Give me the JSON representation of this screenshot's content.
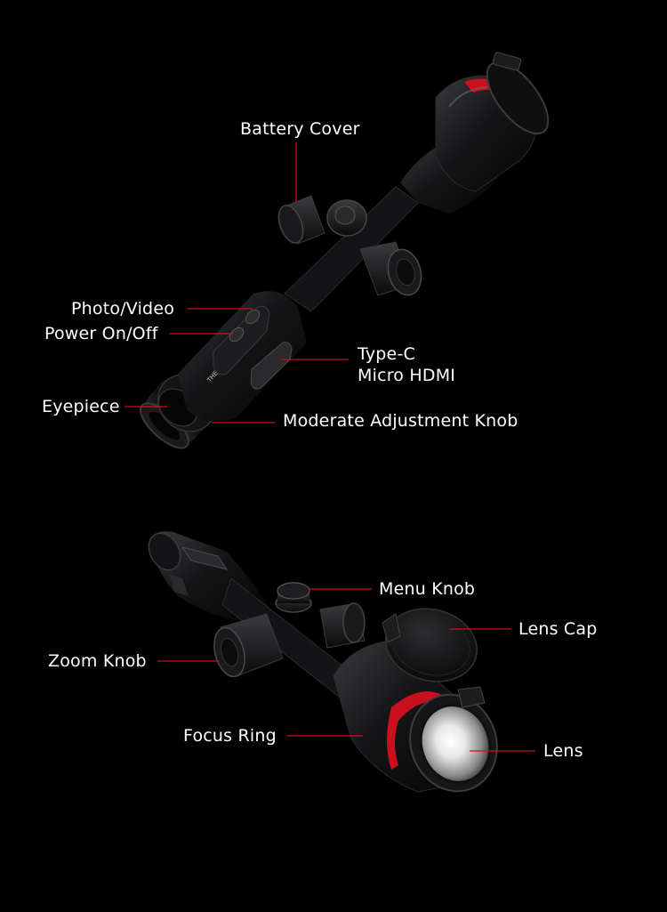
{
  "accent_color": "#c8101e",
  "background_color": "#000000",
  "top_view": {
    "labels": {
      "battery_cover": "Battery Cover",
      "photo_video": "Photo/Video",
      "power": "Power On/Off",
      "type_c": "Type-C",
      "micro_hdmi": "Micro HDMI",
      "eyepiece": "Eyepiece",
      "moderate_knob": "Moderate Adjustment Knob"
    },
    "body_print": "THERMAL RIFLESCOPE"
  },
  "bottom_view": {
    "labels": {
      "menu_knob": "Menu Knob",
      "lens_cap": "Lens Cap",
      "zoom_knob": "Zoom Knob",
      "focus_ring": "Focus Ring",
      "lens": "Lens"
    }
  }
}
